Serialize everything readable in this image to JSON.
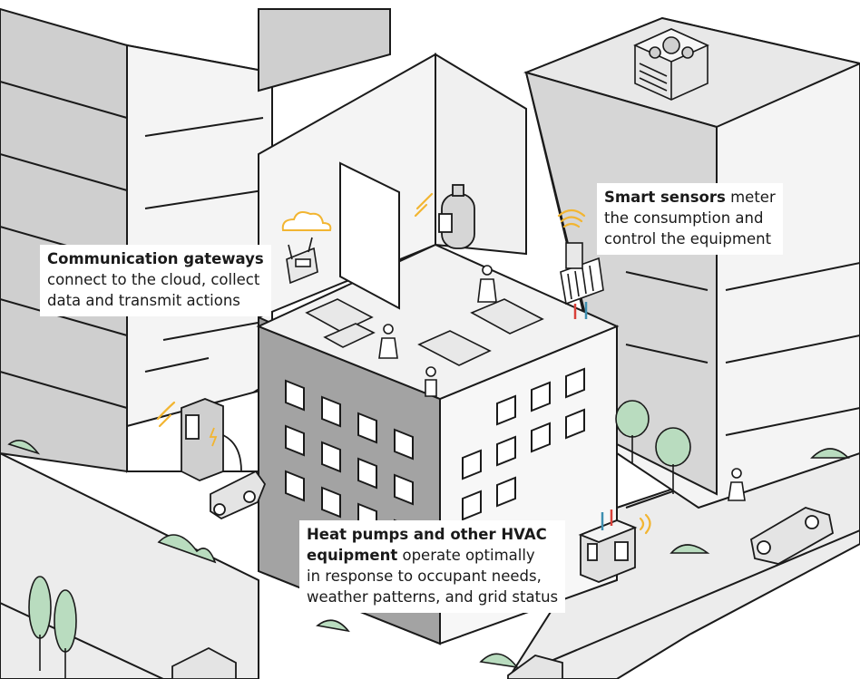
{
  "callouts": {
    "gateways": {
      "title": "Communication gateways",
      "lines": [
        "connect to the cloud, collect",
        "data and transmit actions"
      ]
    },
    "sensors": {
      "title": "Smart sensors",
      "title_suffix": " meter",
      "lines": [
        "the consumption and",
        "control the equipment"
      ]
    },
    "hvac": {
      "title_line1": "Heat pumps and other HVAC",
      "title_line2": "equipment",
      "title_line2_suffix": " operate optimally",
      "lines": [
        "in response to occupant needs,",
        "weather patterns, and grid status"
      ]
    }
  },
  "colors": {
    "outline": "#1a1a1a",
    "facade_dark": "#9a9a9a",
    "facade_mid": "#c4c4c4",
    "facade_light": "#e2e2e2",
    "roof": "#f2f2f2",
    "ground": "#ececec",
    "tree": "#b9dcbf",
    "wifi": "#f2b531",
    "pipe_hot": "#d9413a",
    "pipe_cold": "#3e8fb0"
  },
  "icons": [
    "cloud-icon",
    "wifi-icon",
    "gateway-device-icon",
    "water-heater-icon",
    "radiator-icon",
    "smart-sensor-icon",
    "ev-charger-icon",
    "heat-pump-icon",
    "rooftop-hvac-units-icon",
    "car-icon",
    "tree-icon",
    "person-icon"
  ]
}
